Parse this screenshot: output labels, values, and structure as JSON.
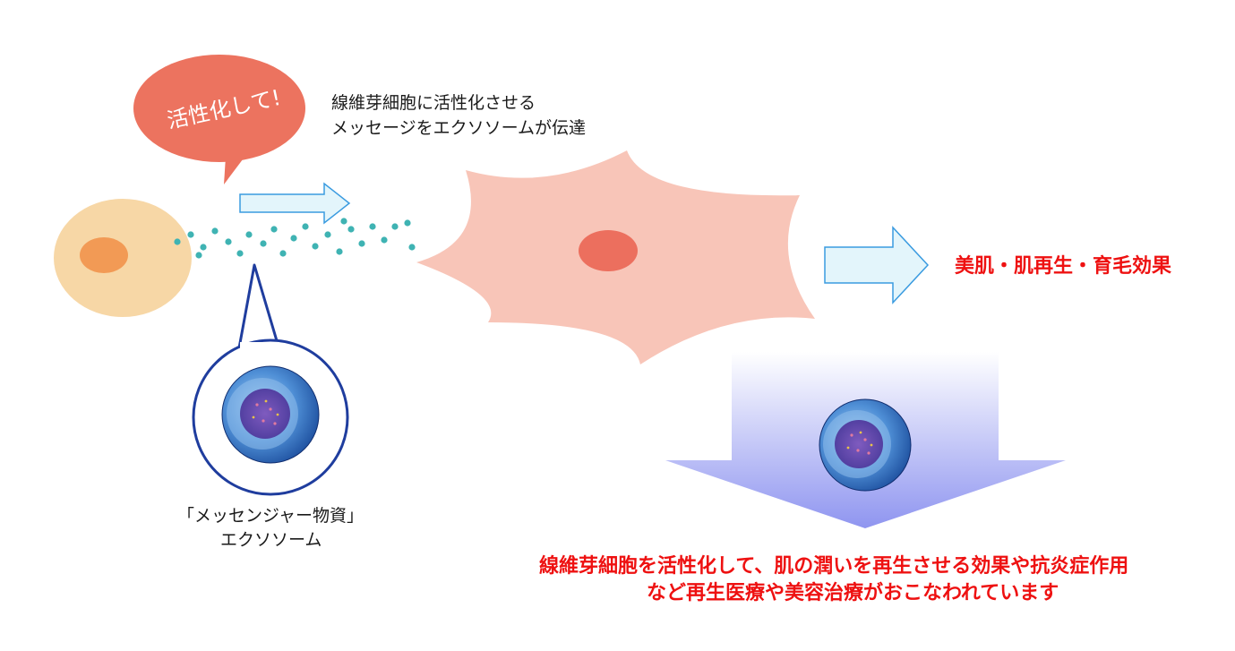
{
  "speech_bubble": {
    "text": "活性化して!"
  },
  "caption_top": {
    "line1": "線維芽細胞に活性化させる",
    "line2": "メッセージをエクソソームが伝達"
  },
  "exosome_caption": {
    "line1": "「メッセンジャー物資」",
    "line2": "エクソソーム"
  },
  "effect_label": "美肌・肌再生・育毛効果",
  "bottom_caption": {
    "line1": "線維芽細胞を活性化して、肌の潤いを再生させる効果や抗炎症作用",
    "line2": "など再生医療や美容治療がおこなわれています"
  },
  "colors": {
    "source_cell": "#f7d7a6",
    "source_nucleus": "#f29a55",
    "fibroblast": "#f8c5b8",
    "fibroblast_nucleus": "#ec6f5e",
    "bubble": "#ec735f",
    "particles": "#3fb3b3",
    "arrow_fill": "#e3f5fb",
    "arrow_stroke": "#3a9be0",
    "exosome_outline": "#1f3d9e",
    "effect_text": "#ee1111"
  }
}
